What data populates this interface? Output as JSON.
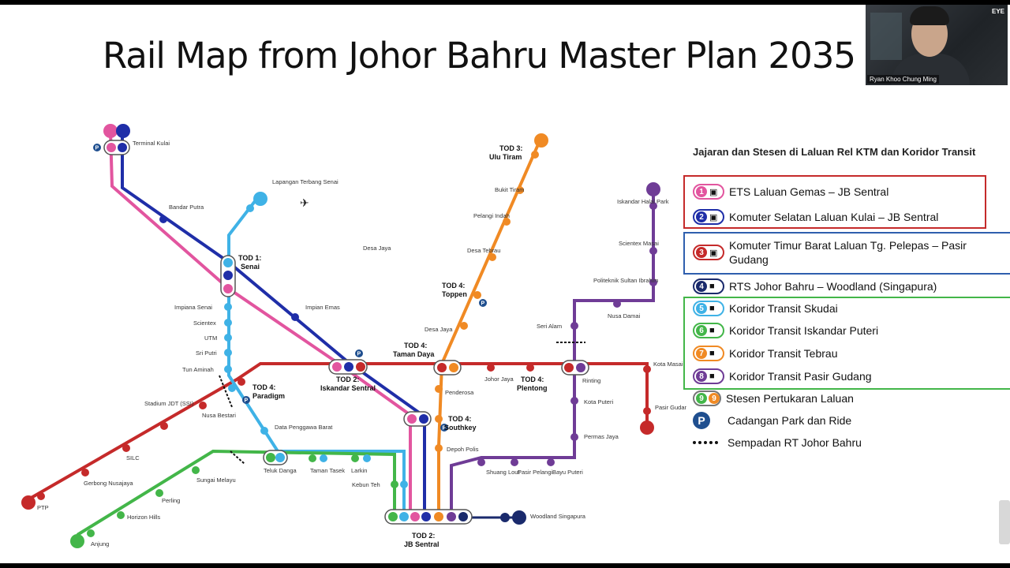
{
  "slide": {
    "title": "Rail Map from Johor Bahru Master Plan 2035"
  },
  "webcam": {
    "name": "Ryan Khoo Chung Ming",
    "logo": "EYE"
  },
  "legend": {
    "heading": "Jajaran dan Stesen di Laluan Rel KTM dan Koridor Transit",
    "items": [
      {
        "num": "1",
        "color": "#e2559f",
        "label": "ETS Laluan Gemas – JB Sentral",
        "icon": "train-icon"
      },
      {
        "num": "2",
        "color": "#1f2ea8",
        "label": "Komuter Selatan Laluan Kulai – JB Sentral",
        "icon": "train-icon"
      },
      {
        "num": "3",
        "color": "#c52a2a",
        "label": "Komuter Timur Barat Laluan Tg. Pelepas – Pasir Gudang",
        "icon": "train-icon"
      },
      {
        "num": "4",
        "color": "#1a2a6c",
        "label": "RTS Johor Bahru – Woodland (Singapura)",
        "icon": "bus-icon"
      },
      {
        "num": "5",
        "color": "#3fb2e6",
        "label": "Koridor Transit Skudai",
        "icon": "bus-icon"
      },
      {
        "num": "6",
        "color": "#43b649",
        "label": "Koridor Transit Iskandar Puteri",
        "icon": "bus-icon"
      },
      {
        "num": "7",
        "color": "#f08a24",
        "label": "Koridor Transit Tebrau",
        "icon": "bus-icon"
      },
      {
        "num": "8",
        "color": "#6f3c96",
        "label": "Koridor Transit Pasir Gudang",
        "icon": "bus-icon"
      }
    ],
    "interchange_label": "Stesen Pertukaran Laluan",
    "park_ride_label": "Cadangan Park dan Ride",
    "park_ride_symbol": "P",
    "boundary_label": "Sempadan RT Johor Bahru"
  },
  "map": {
    "tod_labels": [
      {
        "id": "senai",
        "lines": [
          "TOD 1:",
          "Senai"
        ]
      },
      {
        "id": "jb-sentral",
        "lines": [
          "TOD 2:",
          "JB Sentral"
        ]
      },
      {
        "id": "ulu-tiram",
        "lines": [
          "TOD 3:",
          "Ulu Tiram"
        ]
      },
      {
        "id": "toppen",
        "lines": [
          "TOD 4:",
          "Toppen"
        ]
      },
      {
        "id": "taman-daya",
        "lines": [
          "TOD 4:",
          "Taman Daya"
        ]
      },
      {
        "id": "paradigm",
        "lines": [
          "TOD 4:",
          "Paradigm"
        ]
      },
      {
        "id": "iskandar-sentral",
        "lines": [
          "TOD 2:",
          "Iskandar Sentral"
        ]
      },
      {
        "id": "southkey",
        "lines": [
          "TOD 4:",
          "Southkey"
        ]
      },
      {
        "id": "plentong",
        "lines": [
          "TOD 4:",
          "Plentong"
        ]
      }
    ],
    "stations": [
      "Terminal Kulai",
      "Bandar Putra",
      "Lapangan Terbang Senai",
      "Desa Jaya",
      "Impiana Senai",
      "Scientex",
      "UTM",
      "Sri Putri",
      "Tun Aminah",
      "Impian Emas",
      "Stadium JDT (SSI)",
      "Nusa Bestari",
      "SILC",
      "Gerbong Nusajaya",
      "PTP",
      "Data Penggawa Barat",
      "Teluk Danga",
      "Taman Tasek",
      "Larkin",
      "Kebun Teh",
      "Sungai Melayu",
      "Perling",
      "Horizon Hills",
      "Anjung",
      "Bukit Tiram",
      "Pelangi Indah",
      "Desa Tebrau",
      "Desa Jaya",
      "Penderosa",
      "Johor Jaya",
      "Depoh Polis",
      "Shuang Lout",
      "Pasir Pelangi",
      "Bayu Puteri",
      "Permas Jaya",
      "Kota Puteri",
      "Rinting",
      "Seri Alam",
      "Nusa Damai",
      "Politeknik Sultan Ibrahim",
      "Scientex Masai",
      "Iskandar Halal Park",
      "Kota Masai",
      "Pasir Gudang",
      "Woodland Singapura"
    ]
  }
}
